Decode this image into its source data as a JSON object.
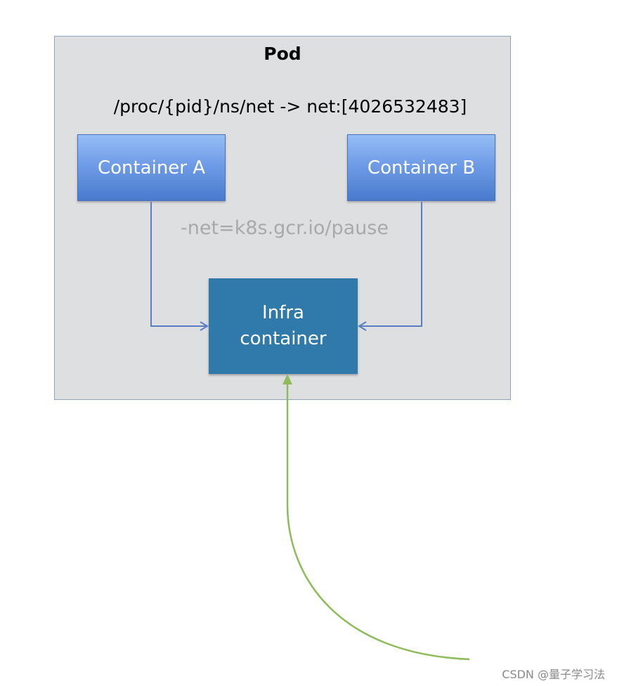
{
  "pod": {
    "title": "Pod",
    "netns_path": "/proc/{pid}/ns/net -> net:[4026532483]"
  },
  "net_arg": "-net=k8s.gcr.io/pause",
  "containers": {
    "a": {
      "label": "Container A"
    },
    "b": {
      "label": "Container B"
    },
    "infra": {
      "line1": "Infra",
      "line2": "container"
    }
  },
  "colors": {
    "pod_bg": "#dedfe1",
    "container_blue": "#6f9ce6",
    "infra_blue": "#2f79ab",
    "connector": "#5a7fc0",
    "external_link": "#8fbc5a",
    "muted_text": "#a8a9ab"
  },
  "watermark": "CSDN @量子学习法"
}
